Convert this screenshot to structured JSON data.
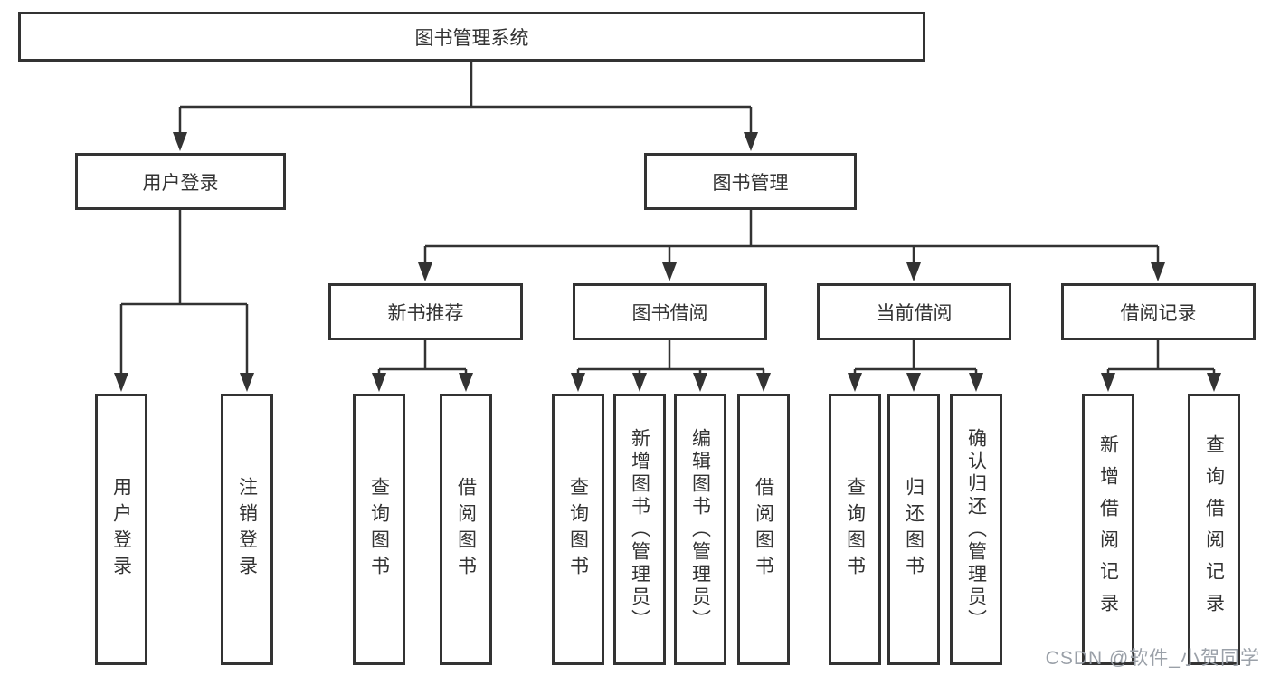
{
  "nodes": {
    "root": "图书管理系统",
    "user_login": "用户登录",
    "book_management": "图书管理",
    "new_book_recommend": "新书推荐",
    "book_borrow": "图书借阅",
    "current_borrow": "当前借阅",
    "borrow_records": "借阅记录"
  },
  "leaves": {
    "user_login": [
      "用户登录",
      "注销登录"
    ],
    "new_book_recommend": [
      "查询图书",
      "借阅图书"
    ],
    "book_borrow": [
      "查询图书",
      "新增图书（管理员）",
      "编辑图书（管理员）",
      "借阅图书"
    ],
    "current_borrow": [
      "查询图书",
      "归还图书",
      "确认归还（管理员）"
    ],
    "borrow_records": [
      "新增借阅记录",
      "查询借阅记录"
    ]
  },
  "watermark": {
    "text": "CSDN @软件_小贺同学"
  },
  "colors": {
    "line": "#333333",
    "box_border": "#333333",
    "text": "#333333",
    "watermark": "#9aa0a8",
    "background": "#ffffff"
  }
}
